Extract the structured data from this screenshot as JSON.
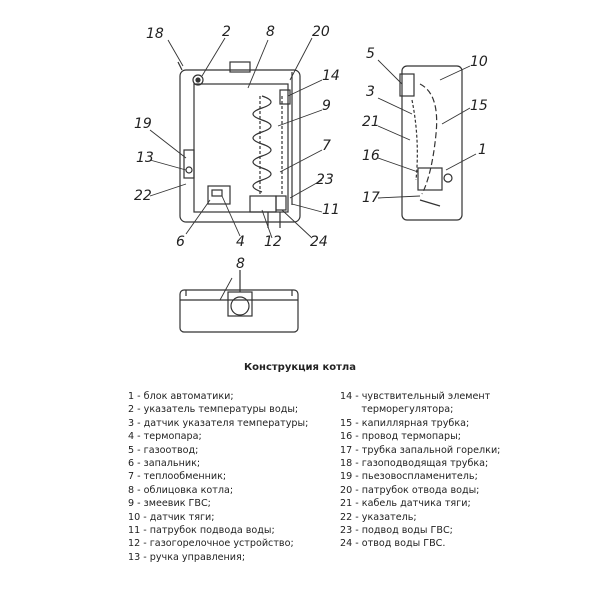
{
  "diagram": {
    "callouts_front": [
      "18",
      "2",
      "8",
      "20",
      "14",
      "9",
      "19",
      "13",
      "22",
      "7",
      "23",
      "11",
      "6",
      "4",
      "12",
      "24"
    ],
    "callouts_side": [
      "5",
      "10",
      "3",
      "15",
      "21",
      "1",
      "16",
      "17"
    ],
    "callout_top": "8"
  },
  "caption": "Конструкция котла",
  "legend_left": [
    "1 - блок автоматики;",
    "2 - указатель температуры воды;",
    "3 - датчик указателя температуры;",
    "4 - термопара;",
    "5 - газоотвод;",
    "6 - запальник;",
    "7 - теплообменник;",
    "8 - облицовка котла;",
    "9 - змеевик ГВС;",
    "10 - датчик тяги;",
    "11 - патрубок подвода воды;",
    "12 - газогорелочное устройство;",
    "13 - ручка управления;"
  ],
  "legend_right": [
    "14 - чувствительный элемент\n       терморегулятора;",
    "15 - капиллярная трубка;",
    "16 - провод термопары;",
    "17 - трубка запальной горелки;",
    "18 - газоподводящая трубка;",
    "19 - пьезовоспламенитель;",
    "20 - патрубок отвода воды;",
    "21 - кабель датчика тяги;",
    "22 - указатель;",
    "23 - подвод воды ГВС;",
    "24 - отвод воды ГВС."
  ]
}
